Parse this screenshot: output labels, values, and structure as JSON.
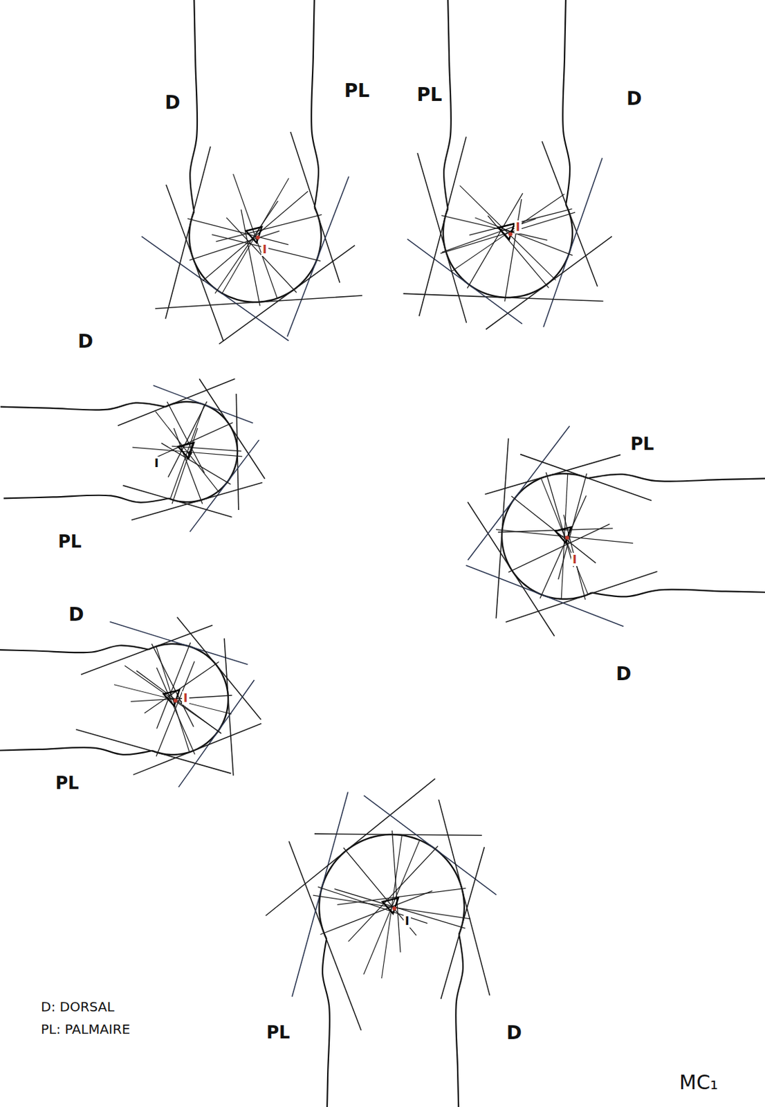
{
  "diagram": {
    "labels": [
      "D",
      "PL",
      "I",
      "PL",
      "D",
      "I",
      "D",
      "PL",
      "I",
      "PL",
      "D",
      "I",
      "D",
      "PL",
      "I",
      "PL",
      "D",
      "I",
      "D: DORSAL",
      "PL: PALMAIRE",
      "MC₁"
    ]
  }
}
